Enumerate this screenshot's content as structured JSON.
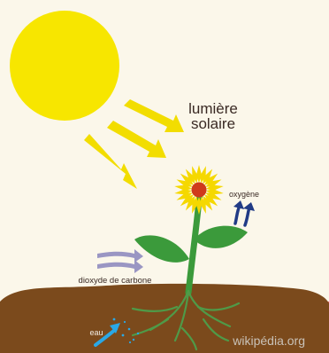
{
  "labels": {
    "light_line1": "lumière",
    "light_line2": "solaire",
    "oxygen": "oxygène",
    "carbon_dioxide": "dioxyde de carbone",
    "water": "eau",
    "watermark": "wikipédia.org"
  },
  "colors": {
    "background": "#fbf7ea",
    "sun": "#f7e600",
    "rays": "#f2dd00",
    "soil": "#7b4a1c",
    "subsoil": "#e2625a",
    "stem_leaves": "#3b9a3b",
    "roots": "#4f9a48",
    "petals": "#f5d800",
    "flower_center": "#cf3a1b",
    "oxygen_arrows": "#213b86",
    "co2_arrows": "#9a96c3",
    "water_arrow": "#2aa8e6",
    "text_dark": "#3a2a24",
    "watermark": "#c9c2b8"
  }
}
